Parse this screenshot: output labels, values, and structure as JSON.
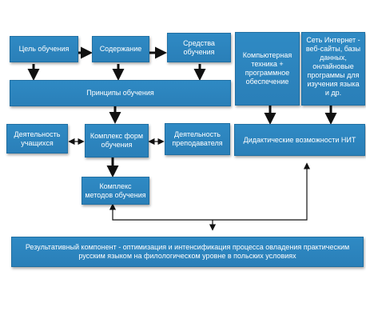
{
  "nodes": {
    "goal": "Цель обучения",
    "content": "Содержание",
    "means": "Средства обучения",
    "computer": "Компьютерная техника + программное обеспечение",
    "internet": "Сеть Интернет - веб-сайты, базы данных, онлайновые программы для изучения языка и др.",
    "principles": "Принципы обучения",
    "student_activity": "Деятельность учащихся",
    "forms_complex": "Комплекс форм обучения",
    "teacher_activity": "Деятельность преподавателя",
    "didactic": "Дидактические возможности НИТ",
    "methods_complex": "Комплекс методов обучения",
    "result": "Результативный компонент - оптимизация и интенсификация процесса овладения практическим русским языком на филологическом уровне в польских условиях"
  }
}
